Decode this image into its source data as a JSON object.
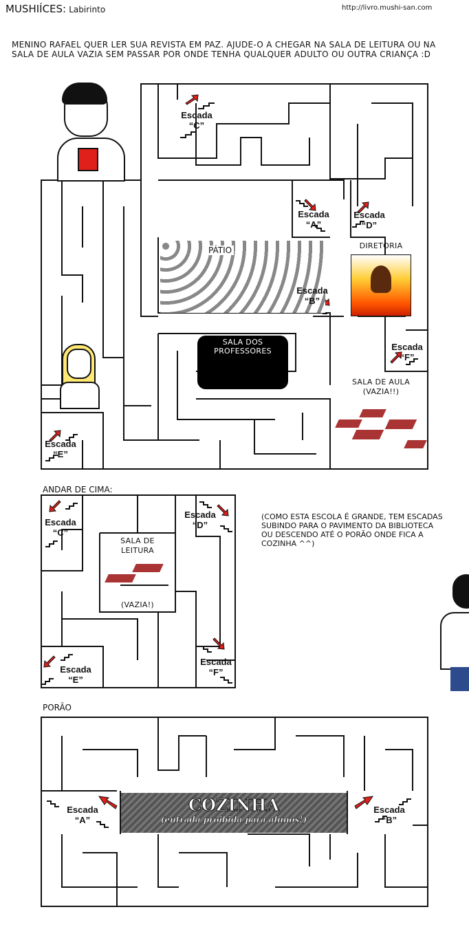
{
  "header": {
    "title": "MUSHIÍCES:",
    "subtitle": "Labirinto",
    "url": "http://livro.mushi-san.com"
  },
  "intro": "Menino Rafael quer ler sua revista em paz. Ajude-o a chegar na sala de leitura ou na sala de aula vazia sem passar por onde tenha qualquer adulto ou outra criança :D",
  "ground_floor": {
    "patio": "PÁTIO",
    "diretoria": "DIRETORIA",
    "professores": "SALA DOS PROFESSORES",
    "sala_aula": "SALA DE AULA",
    "sala_aula_note": "(VAZIA!!)",
    "stairs": {
      "word": "Escada",
      "c": "“C”",
      "a": "“A”",
      "d": "“D”",
      "b": "“B”",
      "f": "“F”",
      "e": "“E”"
    }
  },
  "upper_floor": {
    "title": "ANDAR DE CIMA:",
    "leitura": "SALA DE LEITURA",
    "leitura_note": "(VAZIA!)",
    "note": "(COMO ESTA ESCOLA É GRANDE, TEM ESCADAS SUBINDO PARA O PAVIMENTO DA BIBLIOTECA OU DESCENDO ATÉ O PORÃO ONDE FICA A COZINHA ^^)"
  },
  "basement": {
    "title": "PORÃO",
    "cozinha": "COZINHA",
    "cozinha_note": "(entrada proibida para alunos!)"
  },
  "colors": {
    "arrow": "#e0201b",
    "fire": "#ff7a00"
  },
  "icons": [
    "stairs-icon",
    "arrow-icon",
    "boy-figure",
    "girl-figure",
    "devil-figure",
    "desk-figure"
  ]
}
